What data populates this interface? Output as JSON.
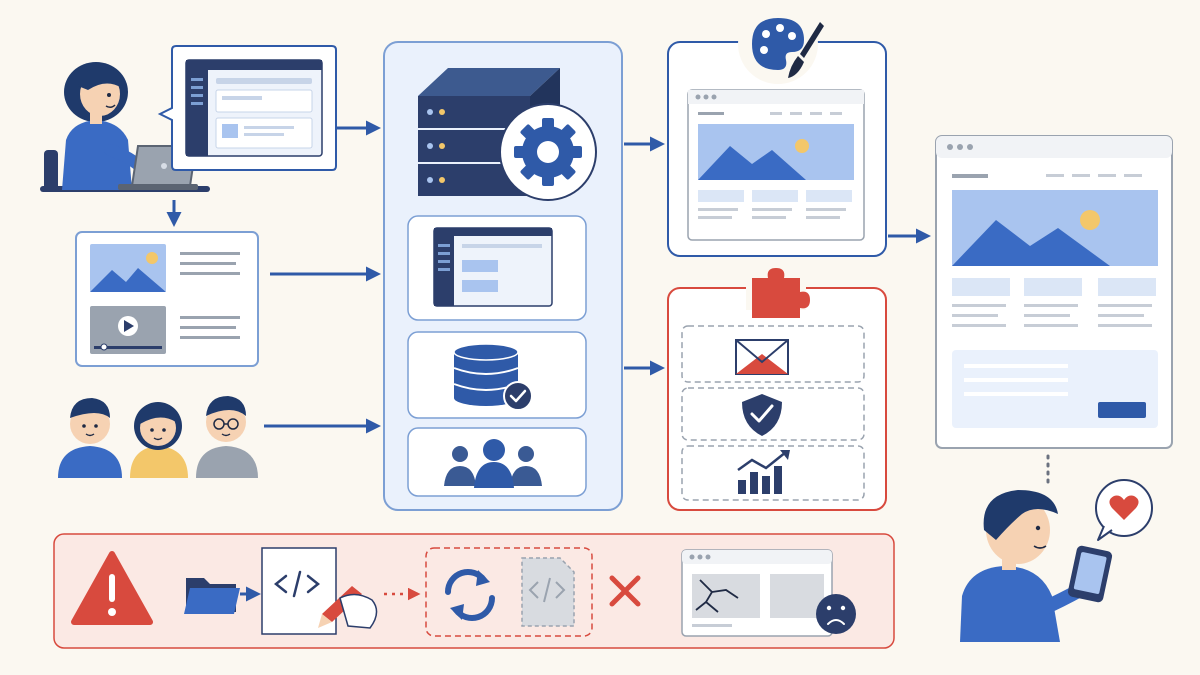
{
  "diagram": {
    "description": "",
    "colors": {
      "background": "#fbf8f1",
      "primary_blue": "#2f5aa8",
      "navy": "#2c3e6b",
      "light_blue": "#a9c4ef",
      "panel_fill": "#eaf1fc",
      "panel_border": "#7c9fd4",
      "alert_red": "#d84a3e",
      "alert_fill": "#fbe9e4",
      "gray": "#9aa3af",
      "sun": "#f3c76a",
      "skin": "#f6d2b3",
      "hair": "#1f3a6b"
    },
    "nodes": [
      {
        "id": "admin-user",
        "icon": "person-at-laptop"
      },
      {
        "id": "cms-dashboard-screen",
        "icon": "dashboard-window"
      },
      {
        "id": "media-content-card",
        "icon": "image-and-video-content"
      },
      {
        "id": "user-group",
        "icon": "three-people"
      },
      {
        "id": "cms-backend-panel",
        "icon": "server-with-gear",
        "children": [
          "admin-ui",
          "database",
          "users"
        ]
      },
      {
        "id": "theme-template",
        "icon": "palette-and-webpage"
      },
      {
        "id": "plugins-panel",
        "icon": "puzzle-piece",
        "children": [
          "email-plugin",
          "security-plugin",
          "analytics-plugin"
        ]
      },
      {
        "id": "published-website",
        "icon": "full-webpage"
      },
      {
        "id": "visitor-on-phone",
        "icon": "person-with-phone-heart"
      }
    ],
    "edges": [
      {
        "from": "admin-user",
        "to": "media-content-card",
        "style": "solid"
      },
      {
        "from": "cms-dashboard-screen",
        "to": "cms-backend-panel",
        "style": "solid"
      },
      {
        "from": "media-content-card",
        "to": "cms-backend-panel",
        "style": "solid"
      },
      {
        "from": "user-group",
        "to": "cms-backend-panel",
        "style": "solid"
      },
      {
        "from": "cms-backend-panel",
        "to": "theme-template",
        "style": "solid"
      },
      {
        "from": "cms-backend-panel",
        "to": "plugins-panel",
        "style": "solid"
      },
      {
        "from": "theme-template",
        "to": "published-website",
        "style": "solid"
      },
      {
        "from": "published-website",
        "to": "visitor-on-phone",
        "style": "dotted"
      }
    ],
    "warning_strip": {
      "steps": [
        "warning-icon",
        "folder-icon",
        "code-file-edit-icon",
        "sync-icon",
        "broken-code-file-icon",
        "error-x-icon",
        "broken-page-icon",
        "sad-face-icon"
      ]
    }
  }
}
